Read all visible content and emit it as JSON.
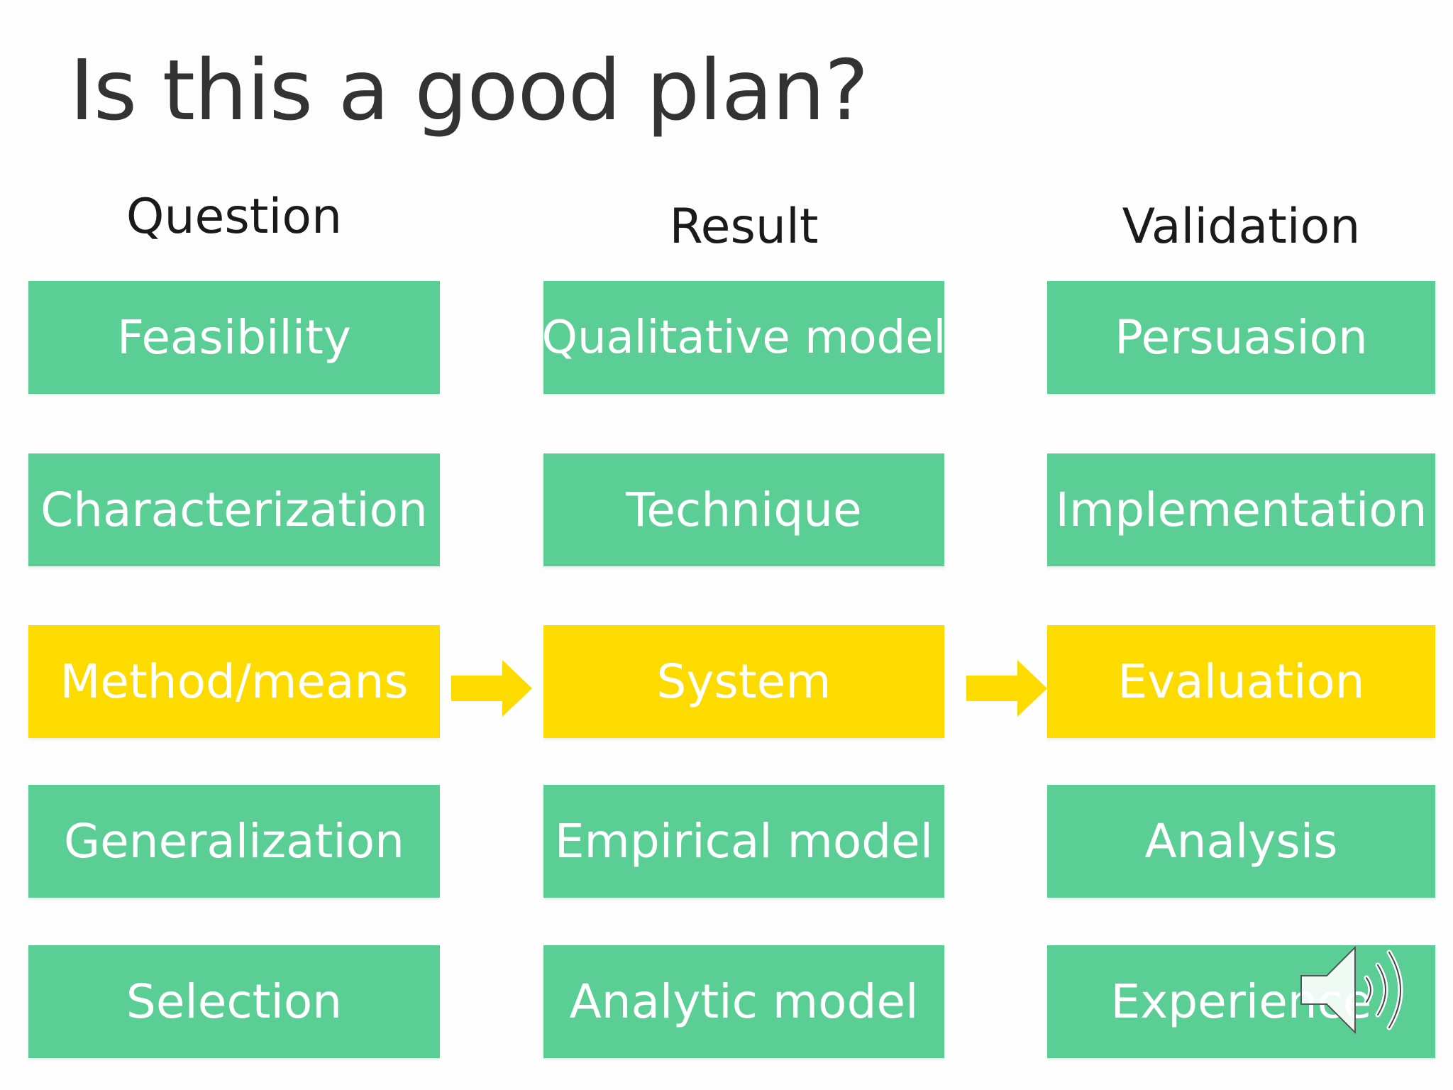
{
  "slide": {
    "title": "Is this a good plan?"
  },
  "columns": {
    "question": {
      "header": "Question",
      "items": [
        "Feasibility",
        "Characterization",
        "Method/means",
        "Generalization",
        "Selection"
      ]
    },
    "result": {
      "header": "Result",
      "items": [
        "Qualitative model",
        "Technique",
        "System",
        "Empirical model",
        "Analytic model"
      ]
    },
    "validation": {
      "header": "Validation",
      "items": [
        "Persuasion",
        "Implementation",
        "Evaluation",
        "Analysis",
        "Experience"
      ]
    }
  },
  "highlighted_row": 2,
  "colors": {
    "box_default": "#5ace95",
    "box_highlight": "#fedb00",
    "arrow": "#fedb00",
    "title_text": "#333333"
  },
  "icons": {
    "arrow": "right-arrow-icon",
    "speaker": "speaker-volume-icon"
  }
}
